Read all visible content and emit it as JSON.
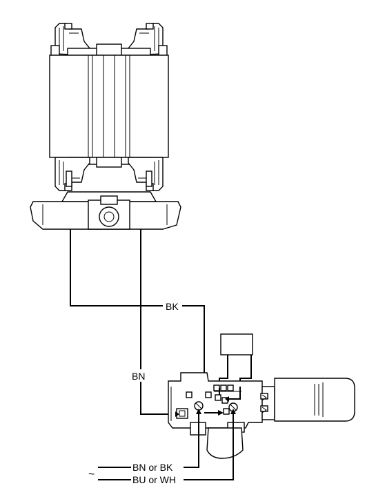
{
  "labels": {
    "bk": "BK",
    "bn": "BN",
    "supply_line_1": "BN or BK",
    "supply_line_2": "BU or WH",
    "ac_symbol": "~"
  },
  "colors": {
    "line": "#000000",
    "background": "#ffffff"
  },
  "icons": {
    "motor": "motor-stator-drawing",
    "switch": "electronic-switch-drawing",
    "capacitor": "capacitor-box",
    "ac_supply": "alternating-current-symbol"
  }
}
